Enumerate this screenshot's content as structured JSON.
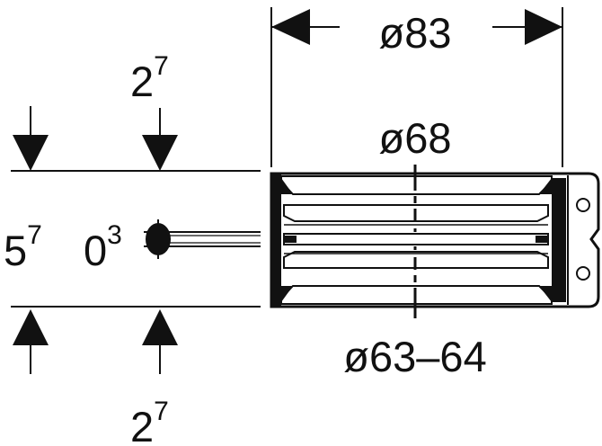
{
  "dimensions": {
    "outer_diameter": "ø83",
    "inner_diameter": "ø68",
    "fit_diameter": "ø63–64",
    "top_offset": {
      "base": "2",
      "exp": "7"
    },
    "bottom_offset": {
      "base": "2",
      "exp": "7"
    },
    "height": {
      "base": "5",
      "exp": "7"
    },
    "gap": {
      "base": "0",
      "exp": "3"
    }
  },
  "colors": {
    "ink": "#111111",
    "paper": "#ffffff"
  }
}
